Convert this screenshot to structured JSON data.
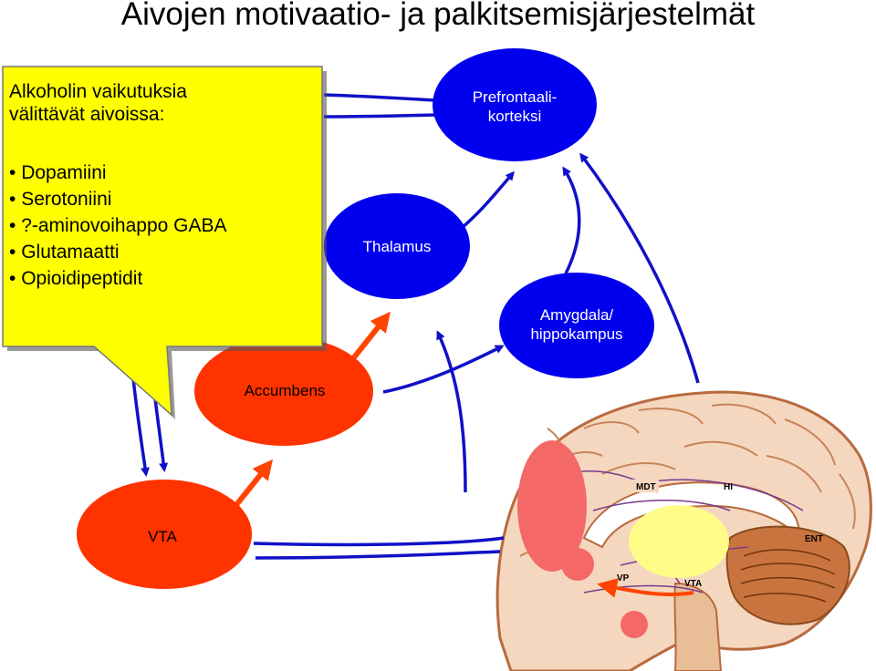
{
  "title": "Aivojen motivaatio- ja palkitsemisjärjestelmät",
  "callout": {
    "heading_line1": "Alkoholin vaikutuksia",
    "heading_line2": "välittävät aivoissa:",
    "items": [
      "Dopamiini",
      "Serotoniini",
      "?-aminovoihappo GABA",
      "Glutamaatti",
      "Opioidipeptidit"
    ]
  },
  "nodes": {
    "prefrontal_line1": "Prefrontaali-",
    "prefrontal_line2": "korteksi",
    "thalamus": "Thalamus",
    "amygdala_line1": "Amygdala/",
    "amygdala_line2": "hippokampus",
    "accumbens": "Accumbens",
    "vta": "VTA"
  },
  "brain_labels": {
    "mdt": "MDT",
    "hi": "HI",
    "ent": "ENT",
    "vp": "VP",
    "vta": "VTA"
  },
  "colors": {
    "blue_node": "#0000ee",
    "red_node": "#ff3300",
    "callout": "#ffff00",
    "arrow_blue": "#1010c8",
    "arrow_red": "#ff4400"
  }
}
